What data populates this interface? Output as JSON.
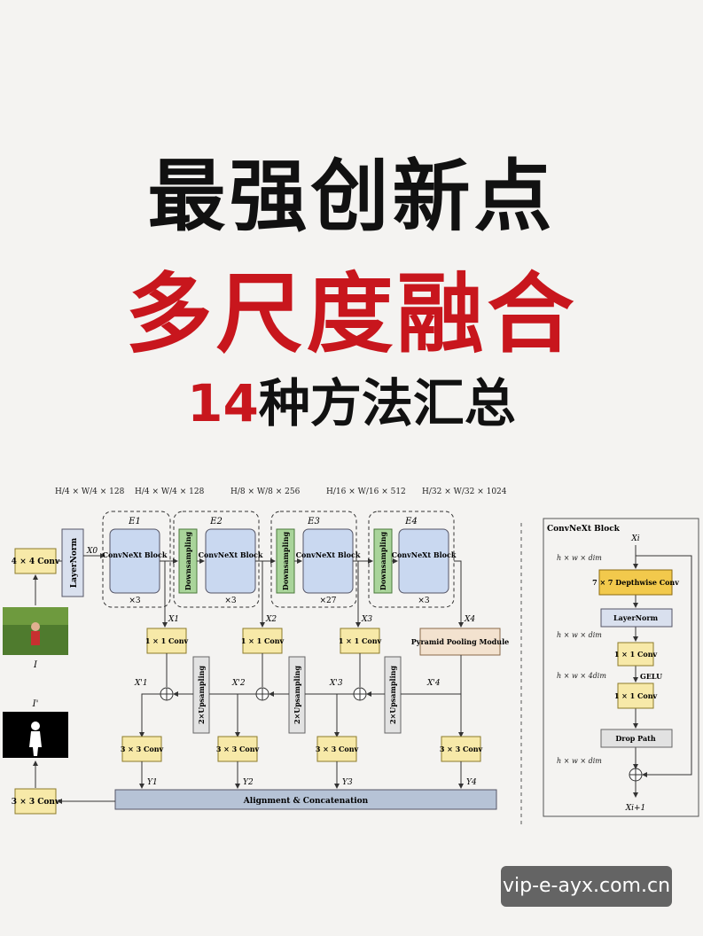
{
  "header": {
    "title_line1": "最强创新点",
    "title_line2": "多尺度融合",
    "subtitle_number": "14",
    "subtitle_text": "种方法汇总"
  },
  "diagram": {
    "dims_top": [
      "H/4 × W/4 × 128",
      "H/4 × W/4 × 128",
      "H/8 × W/8 × 256",
      "H/16 × W/16 × 512",
      "H/32 × W/32 × 1024"
    ],
    "conv4x4": "4 × 4 Conv",
    "layernorm_vertical": "LayerNorm",
    "x0_label": "X0",
    "stages": [
      {
        "name": "E1",
        "block": "ConvNeXt Block",
        "repeat": "×3"
      },
      {
        "name": "E2",
        "block": "ConvNeXt Block",
        "repeat": "×3"
      },
      {
        "name": "E3",
        "block": "ConvNeXt Block",
        "repeat": "×27"
      },
      {
        "name": "E4",
        "block": "ConvNeXt Block",
        "repeat": "×3"
      }
    ],
    "downsampling": "Downsampling",
    "x_labels": [
      "X1",
      "X2",
      "X3",
      "X4"
    ],
    "xp_labels": [
      "X'1",
      "X'2",
      "X'3",
      "X'4"
    ],
    "y_labels": [
      "Y1",
      "Y2",
      "Y3",
      "Y4"
    ],
    "conv1x1": "1 × 1 Conv",
    "conv3x3": "3 × 3 Conv",
    "ppm": "Pyramid Pooling Module",
    "upsampling": "2×Upsampling",
    "alignment": "Alignment & Concatenation",
    "input_label": "I",
    "output_label": "I'",
    "block_detail": {
      "title": "ConvNeXt Block",
      "xi": "Xi",
      "xi1": "Xi+1",
      "dim1": "h × w × dim",
      "dim2": "h × w × dim",
      "dim3": "h × w × 4dim",
      "dim4": "h × w × dim",
      "dwconv": "7 × 7 Depthwise Conv",
      "layernorm": "LayerNorm",
      "conv1": "1 × 1 Conv",
      "gelu": "GELU",
      "conv2": "1 × 1 Conv",
      "droppath": "Drop Path"
    }
  },
  "watermark": "vip-e-ayx.com.cn"
}
